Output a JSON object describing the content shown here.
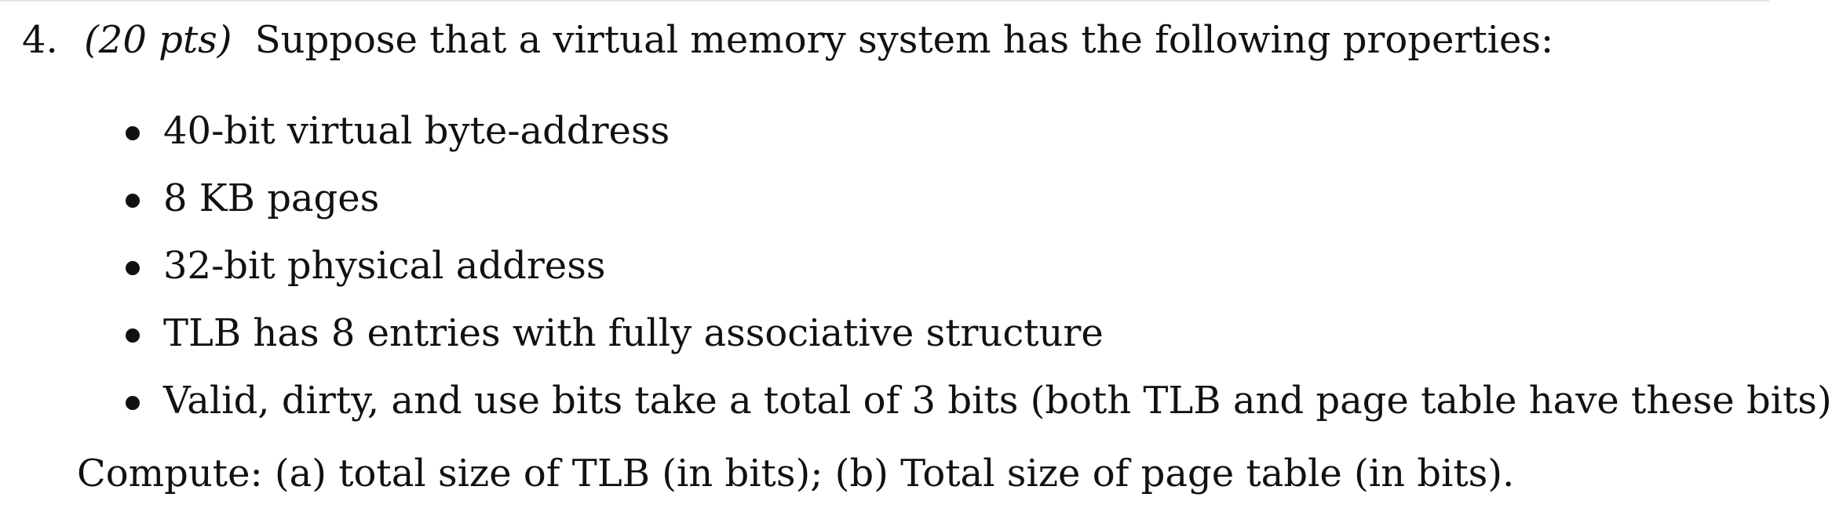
{
  "problem": {
    "number": "4.",
    "points": "(20 pts)",
    "prompt": "Suppose that a virtual memory system has the following properties:",
    "properties": [
      "40-bit virtual byte-address",
      "8 KB pages",
      "32-bit physical address",
      "TLB has 8 entries with fully associative structure",
      "Valid, dirty, and use bits take a total of 3 bits (both TLB and page table have these bits)"
    ],
    "compute": "Compute: (a) total size of TLB (in bits); (b) Total size of page table (in bits)."
  }
}
